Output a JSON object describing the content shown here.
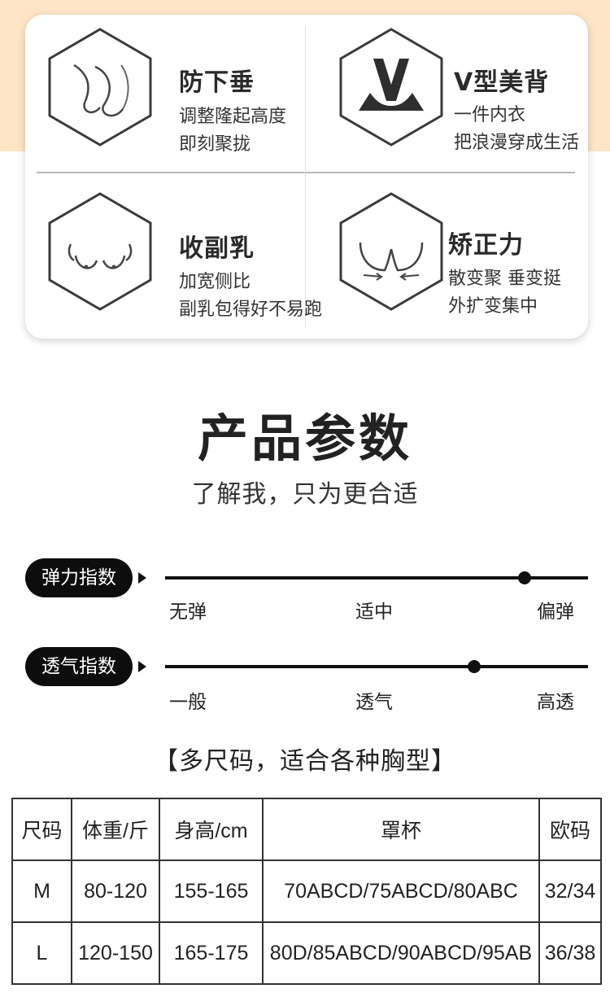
{
  "features": [
    {
      "id": "anti-sag",
      "icon": "chest-profile-icon",
      "title": "防下垂",
      "lines": [
        "调整隆起高度",
        "即刻聚拢"
      ]
    },
    {
      "id": "v-back",
      "icon": "v-back-icon",
      "title": "V型美背",
      "lines": [
        "一件内衣",
        "把浪漫穿成生活"
      ]
    },
    {
      "id": "side-breast",
      "icon": "side-breast-icon",
      "title": "收副乳",
      "lines": [
        "加宽侧比",
        "副乳包得好不易跑"
      ]
    },
    {
      "id": "correction",
      "icon": "lift-arrows-icon",
      "title": "矫正力",
      "lines": [
        "散变聚 垂变挺",
        "外扩变集中"
      ]
    }
  ],
  "params": {
    "title": "产品参数",
    "subtitle": "了解我，只为更合适"
  },
  "scales": [
    {
      "id": "elasticity",
      "label": "弹力指数",
      "ticks": [
        "无弹",
        "适中",
        "偏弹"
      ],
      "level": 0.85
    },
    {
      "id": "breathability",
      "label": "透气指数",
      "ticks": [
        "一般",
        "透气",
        "高透"
      ],
      "level": 0.73
    }
  ],
  "size_heading": "【多尺码，适合各种胸型】",
  "size_table": {
    "headers": [
      "尺码",
      "体重/斤",
      "身高/cm",
      "罩杯",
      "欧码"
    ],
    "rows": [
      [
        "M",
        "80-120",
        "155-165",
        "70ABCD/75ABCD/80ABC",
        "32/34"
      ],
      [
        "L",
        "120-150",
        "165-175",
        "80D/85ABCD/90ABCD/95AB",
        "36/38"
      ]
    ]
  },
  "colors": {
    "top_band": "#fde5c6",
    "pill": "#0d0d0d",
    "track": "#111111"
  }
}
